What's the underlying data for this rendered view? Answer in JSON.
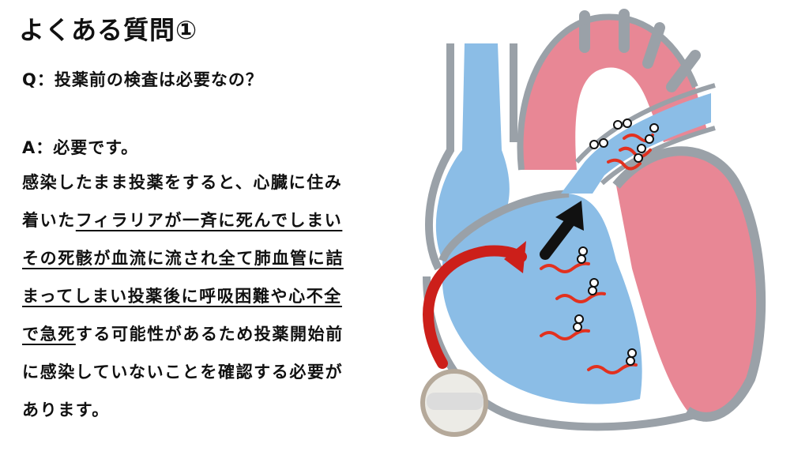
{
  "title": "よくある質問①",
  "question": "Q：投薬前の検査は必要なの？",
  "answer": {
    "head": "A：必要です。",
    "lines": [
      [
        {
          "t": "感染したまま投薬をすると、心臓に住み",
          "u": false
        }
      ],
      [
        {
          "t": "着いた",
          "u": false
        },
        {
          "t": "フィラリアが一斉に死んでしまい",
          "u": true
        }
      ],
      [
        {
          "t": "その死骸が血流に流され全て肺血管に詰",
          "u": true
        }
      ],
      [
        {
          "t": "まってしまい投薬後に呼吸困難や心不全",
          "u": true
        }
      ],
      [
        {
          "t": "で急死",
          "u": true
        },
        {
          "t": "する可能性があるため投薬開始前",
          "u": false
        }
      ],
      [
        {
          "t": "に感染していないことを確認する必要が",
          "u": false
        }
      ],
      [
        {
          "t": "あります。",
          "u": false
        }
      ]
    ]
  },
  "illustration": {
    "colors": {
      "blue": "#8bbde6",
      "red": "#e88795",
      "gray": "#9aa1a8",
      "worm": "#e2311f",
      "arrow_red": "#cc1f1a",
      "arrow_black": "#111111"
    },
    "icons": [
      "heart-illustration",
      "heartworm-icon",
      "black-arrow-icon",
      "red-curved-arrow-icon",
      "pill-icon"
    ]
  }
}
